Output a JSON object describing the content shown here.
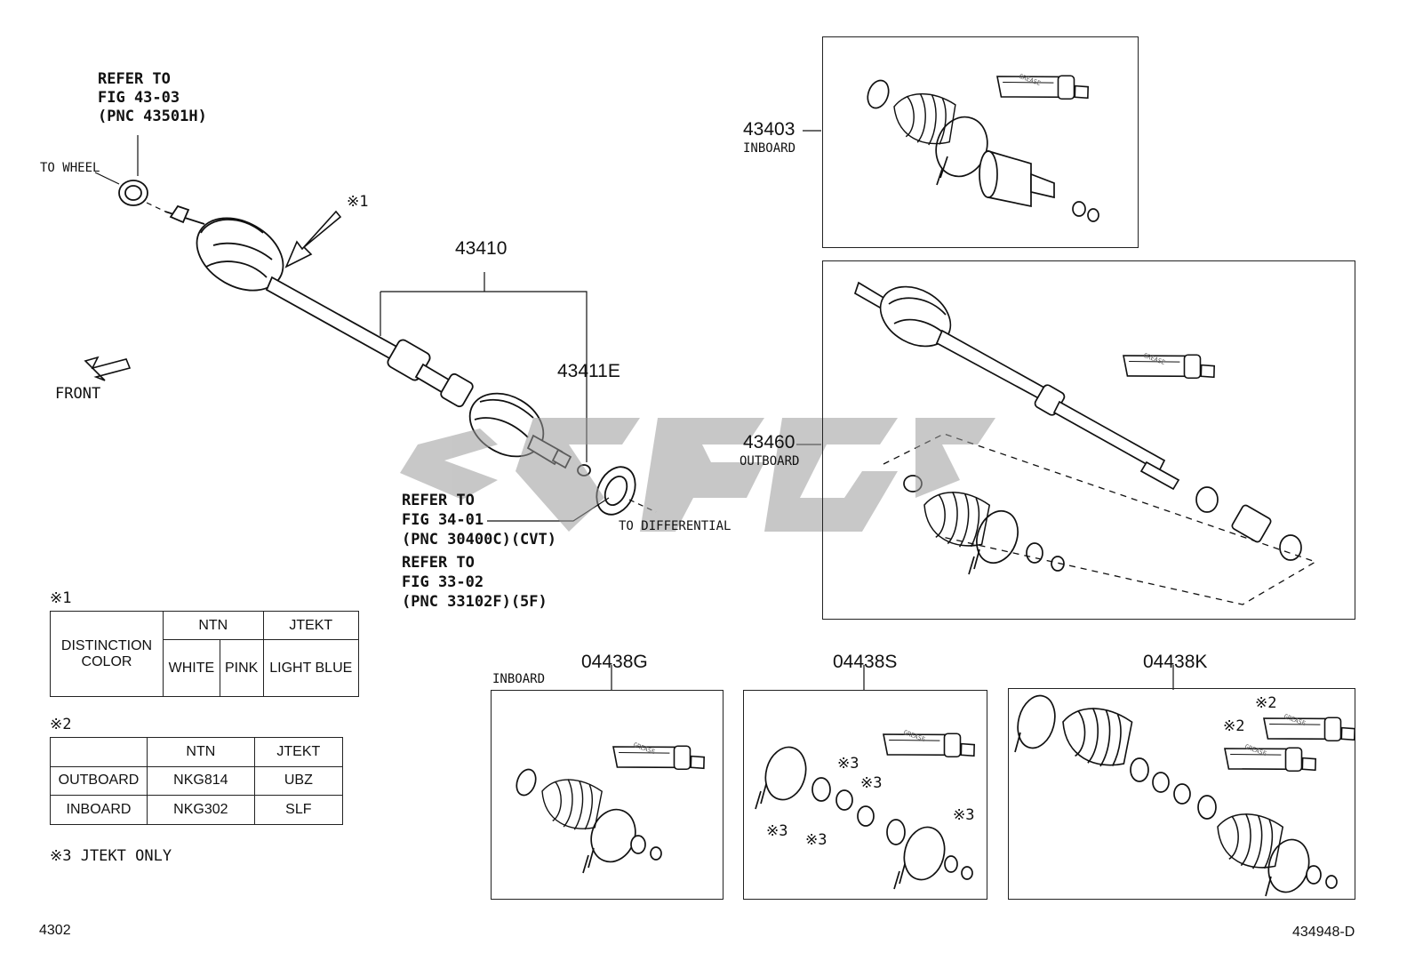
{
  "callouts": {
    "refer_hub": [
      "REFER TO",
      "FIG 43-03",
      "(PNC 43501H)"
    ],
    "to_wheel": "TO WHEEL",
    "mark1": "※1",
    "front": "FRONT",
    "refer_diff": [
      "REFER TO",
      "FIG 34-01",
      "(PNC 30400C)(CVT)",
      "REFER TO",
      "FIG 33-02",
      "(PNC 33102F)(5F)"
    ],
    "to_differential": "TO DIFFERENTIAL"
  },
  "parts": {
    "p43410": "43410",
    "p43411e": "43411E",
    "p43403": "43403",
    "p43403_sub": "INBOARD",
    "p43460": "43460",
    "p43460_sub": "OUTBOARD",
    "p04438g": "04438G",
    "p04438g_sub": "INBOARD",
    "p04438s": "04438S",
    "p04438k": "04438K"
  },
  "marks": {
    "m2": "※2",
    "m3": "※3"
  },
  "legend1": {
    "title": "※1",
    "row_header": "DISTINCTION\nCOLOR",
    "ntn": "NTN",
    "jtekt": "JTEKT",
    "white": "WHITE",
    "pink": "PINK",
    "light_blue": "LIGHT BLUE"
  },
  "legend2": {
    "title": "※2",
    "ntn": "NTN",
    "jtekt": "JTEKT",
    "rows": [
      {
        "side": "OUTBOARD",
        "ntn": "NKG814",
        "jtekt": "UBZ"
      },
      {
        "side": "INBOARD",
        "ntn": "NKG302",
        "jtekt": "SLF"
      }
    ]
  },
  "note3": "※3 JTEKT ONLY",
  "footer": {
    "left": "4302",
    "right": "434948-D"
  },
  "grease": "GREASE"
}
